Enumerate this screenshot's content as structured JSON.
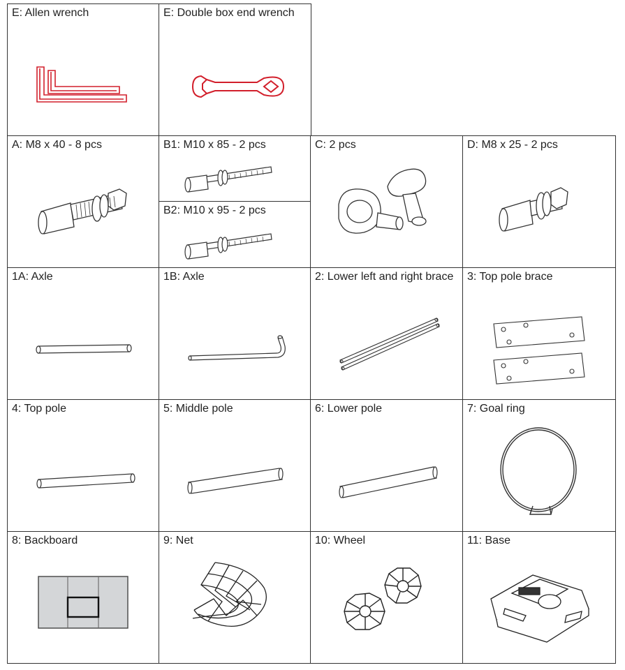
{
  "parts": {
    "allen_wrench": {
      "label": "E: Allen wrench",
      "icon": "allen-wrench-icon"
    },
    "box_wrench": {
      "label": "E: Double box end wrench",
      "icon": "double-box-end-wrench-icon"
    },
    "bolt_a": {
      "label": "A: M8 x 40 - 8 pcs",
      "icon": "bolt-icon"
    },
    "bolt_b1": {
      "label": "B1: M10 x 85 - 2 pcs",
      "icon": "long-bolt-icon"
    },
    "bolt_b2": {
      "label": "B2: M10 x 95 - 2 pcs",
      "icon": "long-bolt-icon"
    },
    "knob_c": {
      "label": "C: 2 pcs",
      "icon": "knob-icon"
    },
    "bolt_d": {
      "label": "D: M8 x 25 - 2 pcs",
      "icon": "short-bolt-icon"
    },
    "axle_1a": {
      "label": "1A: Axle",
      "icon": "axle-icon"
    },
    "axle_1b": {
      "label": "1B: Axle",
      "icon": "bent-axle-icon"
    },
    "brace_2": {
      "label": "2: Lower left and right brace",
      "icon": "brace-icon"
    },
    "pole_brace_3": {
      "label": "3: Top pole brace",
      "icon": "plate-icon"
    },
    "top_pole_4": {
      "label": "4: Top pole",
      "icon": "pole-icon"
    },
    "middle_pole_5": {
      "label": "5: Middle pole",
      "icon": "pole-icon"
    },
    "lower_pole_6": {
      "label": "6: Lower pole",
      "icon": "pole-icon"
    },
    "goal_ring_7": {
      "label": "7: Goal ring",
      "icon": "hoop-icon"
    },
    "backboard_8": {
      "label": "8: Backboard",
      "icon": "backboard-icon"
    },
    "net_9": {
      "label": "9: Net",
      "icon": "net-icon"
    },
    "wheel_10": {
      "label": "10: Wheel",
      "icon": "wheel-icon"
    },
    "base_11": {
      "label": "11: Base",
      "icon": "base-icon"
    }
  },
  "colors": {
    "border": "#333333",
    "tool_red": "#d21f2b",
    "line_art": "#333333"
  }
}
